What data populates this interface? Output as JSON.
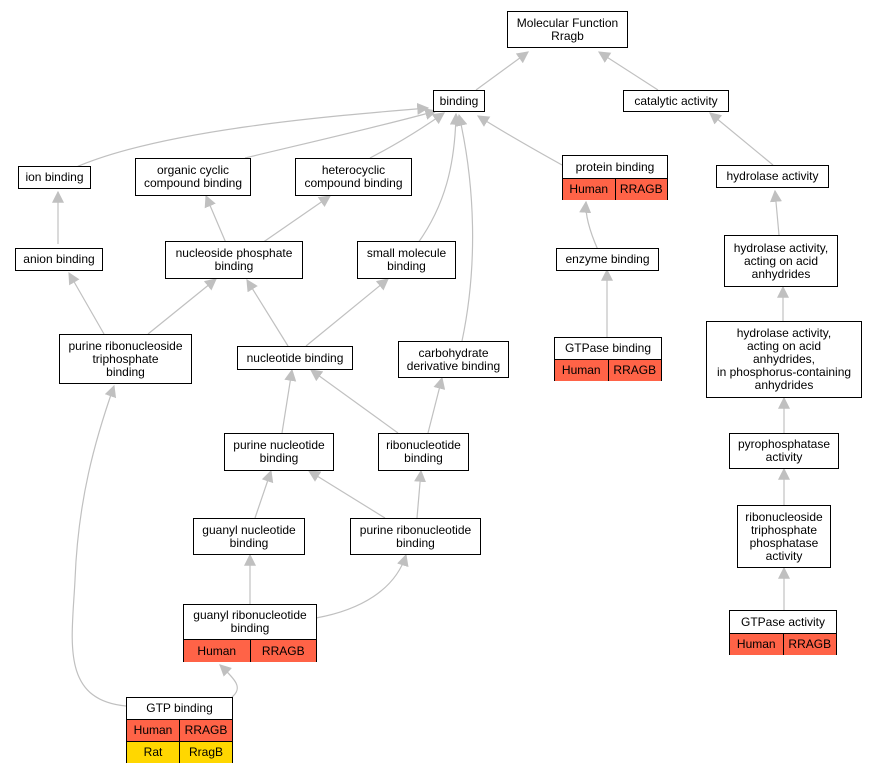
{
  "title_node": {
    "line1": "Molecular Function",
    "line2": "Rragb"
  },
  "nodes": {
    "binding": {
      "lines": [
        "binding"
      ]
    },
    "catalytic": {
      "lines": [
        "catalytic activity"
      ]
    },
    "ion": {
      "lines": [
        "ion binding"
      ]
    },
    "organic_cyclic": {
      "lines": [
        "organic cyclic",
        "compound binding"
      ]
    },
    "heterocyclic": {
      "lines": [
        "heterocyclic",
        "compound binding"
      ]
    },
    "protein": {
      "lines": [
        "protein binding"
      ]
    },
    "hydrolase": {
      "lines": [
        "hydrolase activity"
      ]
    },
    "anion": {
      "lines": [
        "anion binding"
      ]
    },
    "nucleoside_phosphate": {
      "lines": [
        "nucleoside phosphate",
        "binding"
      ]
    },
    "small_molecule": {
      "lines": [
        "small molecule",
        "binding"
      ]
    },
    "enzyme": {
      "lines": [
        "enzyme binding"
      ]
    },
    "hydrolase_acid": {
      "lines": [
        "hydrolase activity,",
        "acting on acid",
        "anhydrides"
      ]
    },
    "purine_ribonucleoside_tp": {
      "lines": [
        "purine ribonucleoside",
        "triphosphate",
        "binding"
      ]
    },
    "nucleotide": {
      "lines": [
        "nucleotide binding"
      ]
    },
    "carbohydrate_derivative": {
      "lines": [
        "carbohydrate",
        "derivative binding"
      ]
    },
    "gtpase_binding": {
      "lines": [
        "GTPase binding"
      ]
    },
    "hydrolase_phosphorus": {
      "lines": [
        "hydrolase activity,",
        "acting on acid",
        "anhydrides,",
        "in phosphorus-containing",
        "anhydrides"
      ]
    },
    "purine_nucleotide": {
      "lines": [
        "purine nucleotide",
        "binding"
      ]
    },
    "ribonucleotide": {
      "lines": [
        "ribonucleotide",
        "binding"
      ]
    },
    "pyrophosphatase": {
      "lines": [
        "pyrophosphatase",
        "activity"
      ]
    },
    "guanyl_nucleotide": {
      "lines": [
        "guanyl nucleotide",
        "binding"
      ]
    },
    "purine_ribonucleotide": {
      "lines": [
        "purine ribonucleotide",
        "binding"
      ]
    },
    "ribonucleoside_tp_phosphatase": {
      "lines": [
        "ribonucleoside",
        "triphosphate",
        "phosphatase",
        "activity"
      ]
    },
    "guanyl_ribonucleotide": {
      "lines": [
        "guanyl ribonucleotide",
        "binding"
      ]
    },
    "gtpase_activity": {
      "lines": [
        "GTPase activity"
      ]
    },
    "gtp_binding": {
      "lines": [
        "GTP binding"
      ]
    }
  },
  "annotations": {
    "human": {
      "species": "Human",
      "gene": "RRAGB",
      "color": "#ff6347"
    },
    "rat": {
      "species": "Rat",
      "gene": "RragB",
      "color": "#ffd700"
    }
  },
  "edge_color": "#c0c0c0"
}
